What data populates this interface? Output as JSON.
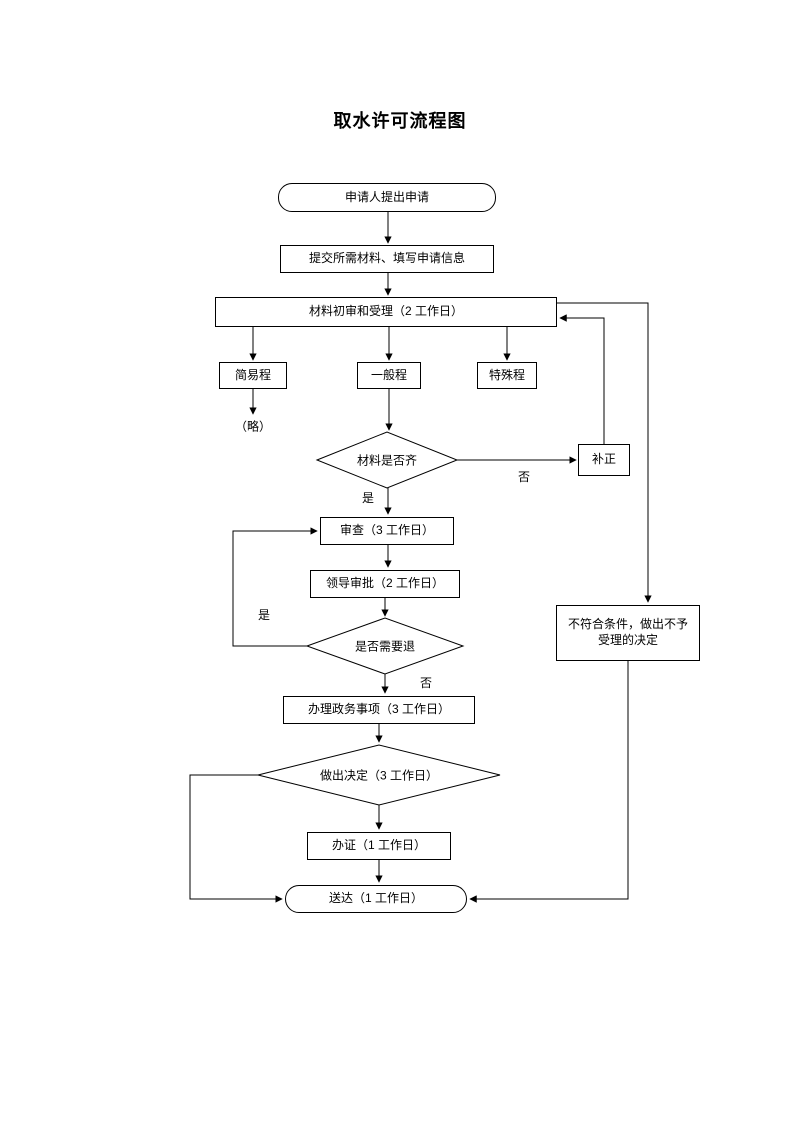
{
  "title": "取水许可流程图",
  "nodes": {
    "start": {
      "label": "申请人提出申请"
    },
    "submit": {
      "label": "提交所需材料、填写申请信息"
    },
    "initial_review": {
      "label": "材料初审和受理（2 工作日）"
    },
    "simple_procedure": {
      "label": "简易程"
    },
    "general_procedure": {
      "label": "一般程"
    },
    "special_procedure": {
      "label": "特殊程"
    },
    "omitted": {
      "label": "（略）"
    },
    "materials_complete": {
      "label": "材料是否齐"
    },
    "correction": {
      "label": "补正"
    },
    "examine": {
      "label": "审查（3 工作日）"
    },
    "leader_approval": {
      "label": "领导审批（2 工作日）"
    },
    "need_return": {
      "label": "是否需要退"
    },
    "handle_affairs": {
      "label": "办理政务事项（3 工作日）"
    },
    "make_decision": {
      "label": "做出决定（3 工作日）"
    },
    "issue_certificate": {
      "label": "办证（1 工作日）"
    },
    "deliver": {
      "label": "送达（1 工作日）"
    },
    "reject_decision": {
      "label": "不符合条件，做出不予受理的决定"
    }
  },
  "edge_labels": {
    "yes_1": "是",
    "no_1": "否",
    "yes_2": "是",
    "no_2": "否"
  },
  "colors": {
    "line": "#000000",
    "border": "#000000",
    "background": "#ffffff",
    "text": "#000000"
  }
}
